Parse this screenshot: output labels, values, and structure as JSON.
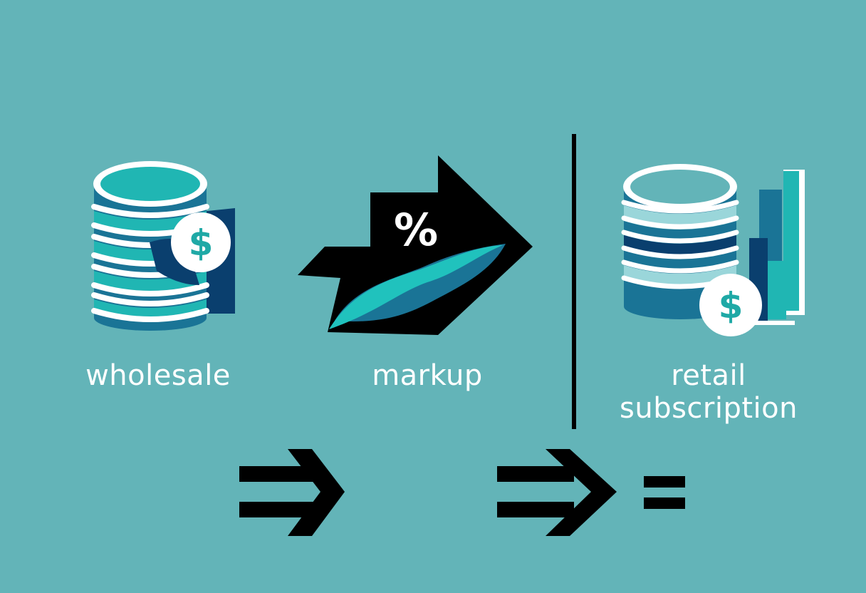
{
  "labels": {
    "wholesale": "wholesale",
    "markup": "markup",
    "retail_line1": "retail",
    "retail_line2": "subscription"
  },
  "symbols": {
    "percent": "%",
    "dollar": "$"
  },
  "icons": {
    "wholesale": "coin-stack-icon",
    "markup": "percent-arrow-icon",
    "retail": "coin-stack-with-bar-chart-icon",
    "flow_1": "double-arrow-icon",
    "flow_2": "double-arrow-icon",
    "result": "equals-icon"
  },
  "colors": {
    "background": "#63b4b8",
    "teal": "#20b6b3",
    "dark_blue": "#0a3f6e",
    "mid_blue": "#1a7496",
    "black": "#000000",
    "white": "#ffffff"
  }
}
